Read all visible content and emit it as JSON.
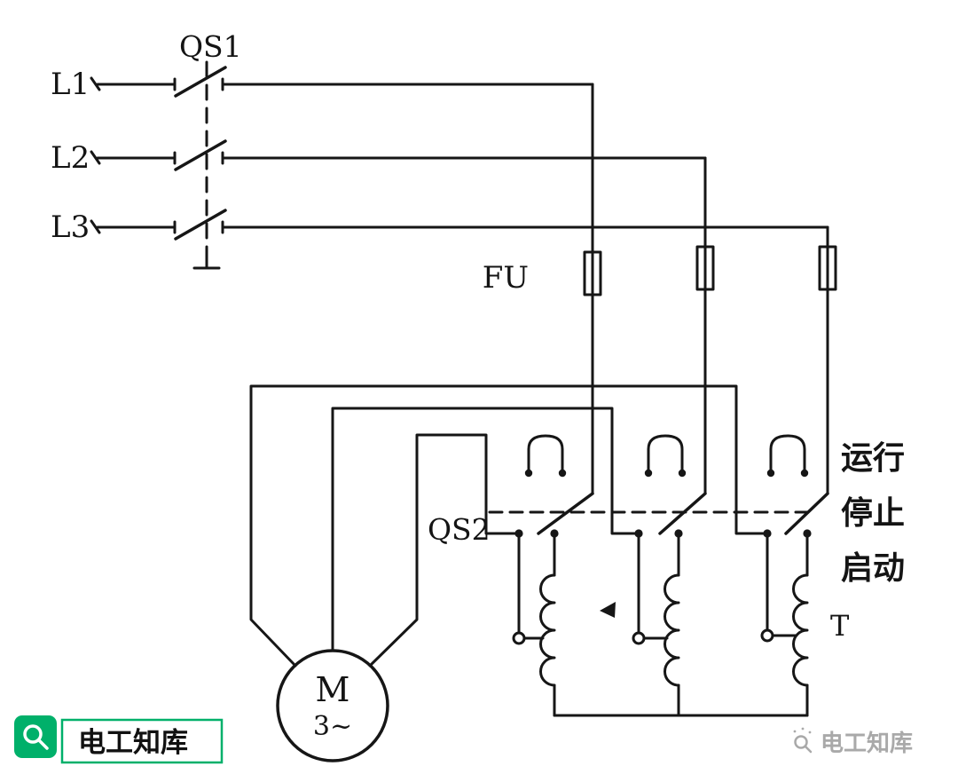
{
  "page": {
    "background": "#ffffff"
  },
  "diagram": {
    "kind": "autotransformer-motor-starting-circuit",
    "stroke_color": "#161616",
    "labels": {
      "l1": "L1",
      "l2": "L2",
      "l3": "L3",
      "qs1": "QS1",
      "fu": "FU",
      "qs2": "QS2",
      "run": "运行",
      "stop": "停止",
      "start": "启动",
      "transformer": "T",
      "motor": "M",
      "motor_phases": "3~"
    }
  },
  "branding": {
    "badge": {
      "text": "电工知库",
      "green": "#00b06a",
      "icon": "magnifier-icon"
    },
    "watermark": {
      "text": "电工知库",
      "color": "#9b9b9b"
    }
  }
}
